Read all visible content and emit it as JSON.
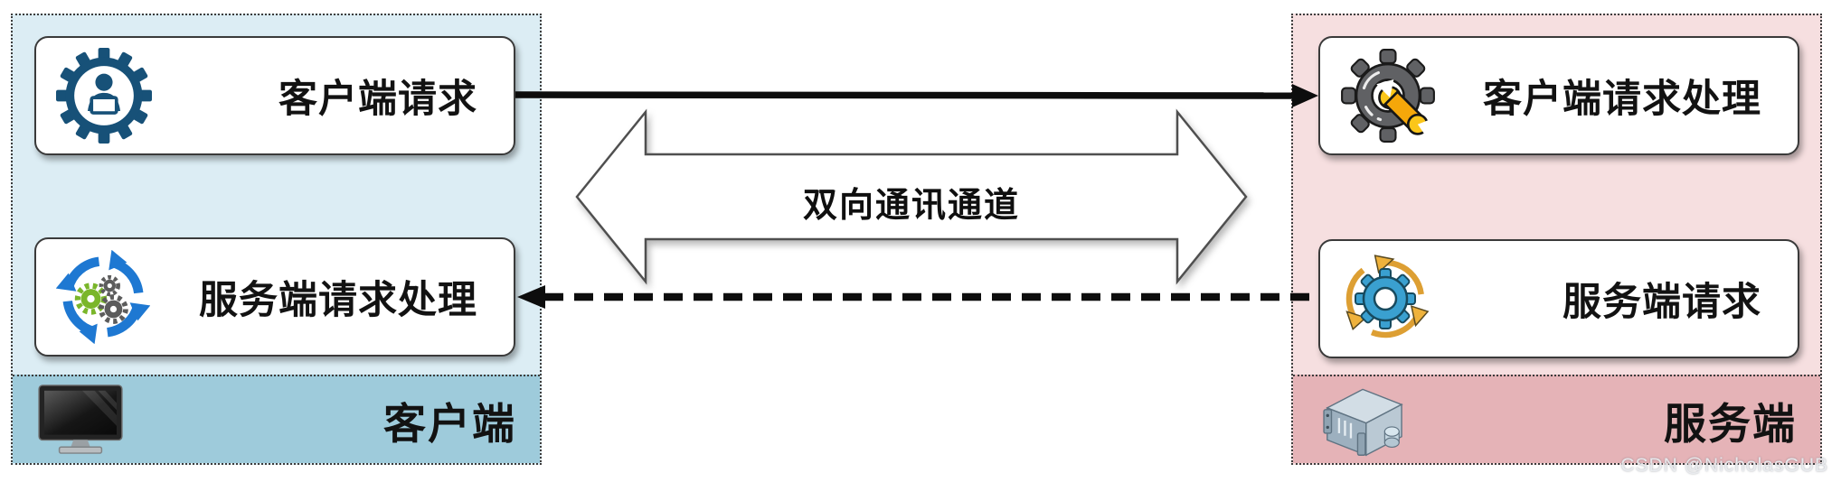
{
  "diagram": {
    "channel_label": "双向通讯通道",
    "watermark": "CSDN @NicholasGUB",
    "client_panel": {
      "label": "客户端",
      "strip_icon": "monitor-icon",
      "boxes": [
        {
          "label": "客户端请求",
          "icon": "developer-gear-icon"
        },
        {
          "label": "服务端请求处理",
          "icon": "sync-gears-icon"
        }
      ]
    },
    "server_panel": {
      "label": "服务端",
      "strip_icon": "server-icon",
      "boxes": [
        {
          "label": "客户端请求处理",
          "icon": "gear-wrench-icon"
        },
        {
          "label": "服务端请求",
          "icon": "gear-cycle-icon"
        }
      ]
    },
    "connections": [
      {
        "style": "solid",
        "direction": "left-to-right",
        "from": "客户端请求",
        "to": "客户端请求处理"
      },
      {
        "style": "dashed",
        "direction": "right-to-left",
        "from": "服务端请求",
        "to": "服务端请求处理"
      },
      {
        "style": "double-headed-outline",
        "direction": "both",
        "label": "双向通讯通道"
      }
    ],
    "colors": {
      "client_bg": "#dcedf4",
      "client_strip": "#9ecbdb",
      "server_bg": "#f6dfe0",
      "server_strip": "#e5b3b7",
      "arrow": "#0d0d0d",
      "card_border": "#3a3a3a",
      "gear_blue": "#175178",
      "sync_blue": "#1e78d2",
      "gear_green": "#7ab62a",
      "gear_gray": "#5c5c5c",
      "wrench_orange": "#f5a70a",
      "cycle_orange": "#dd9f33",
      "cycle_gear_blue": "#3aa0d0"
    }
  }
}
